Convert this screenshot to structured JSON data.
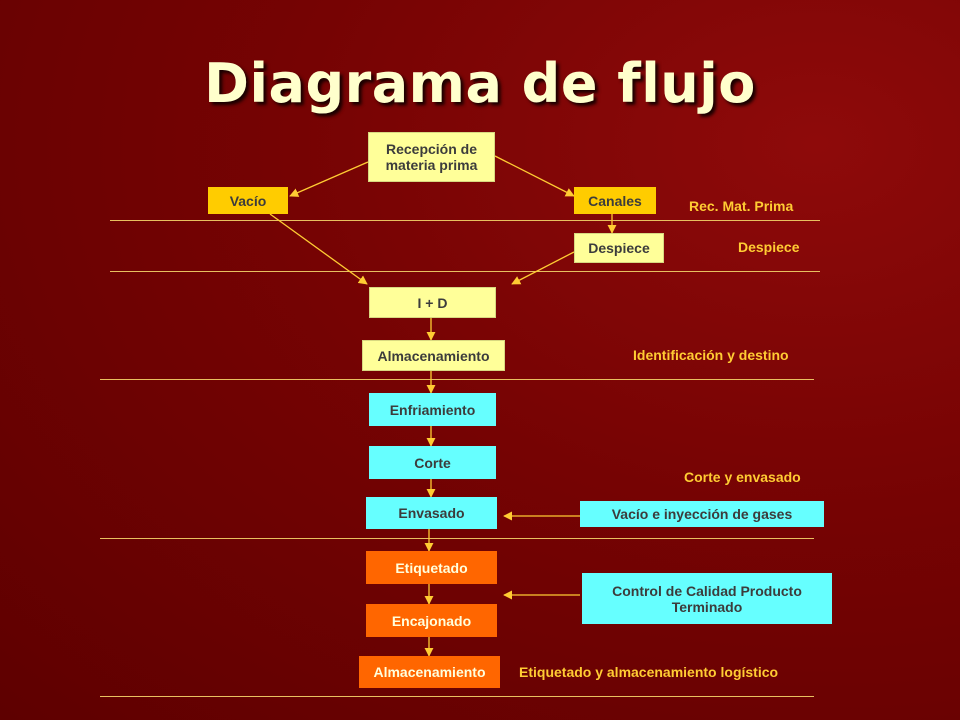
{
  "title": "Diagrama de flujo",
  "nodes": {
    "recepcion": [
      "Recepción de",
      "materia prima"
    ],
    "vacio": "Vacío",
    "canales": "Canales",
    "despiece": "Despiece",
    "id": "I + D",
    "almacenamiento1": "Almacenamiento",
    "enfriamiento": "Enfriamiento",
    "corte": "Corte",
    "envasado": "Envasado",
    "vacio_gases": "Vacío e inyección de gases",
    "etiquetado": "Etiquetado",
    "control": [
      "Control de Calidad Producto",
      "Terminado"
    ],
    "encajonado": "Encajonado",
    "almacenamiento2": "Almacenamiento"
  },
  "stages": {
    "rec_mat_prima": "Rec. Mat. Prima",
    "despiece": "Despiece",
    "identificacion": "Identificación y destino",
    "corte_envasado": "Corte y envasado",
    "etiquetado_almacenamiento": "Etiquetado y almacenamiento logístico"
  },
  "colors": {
    "background": "#760303",
    "title": "#ffffcc",
    "cream_box": "#ffff99",
    "gold_box": "#ffcc00",
    "cyan_box": "#66ffff",
    "orange_box": "#ff6600",
    "stage_label": "#ffcc33",
    "connector": "#ffcc33"
  }
}
